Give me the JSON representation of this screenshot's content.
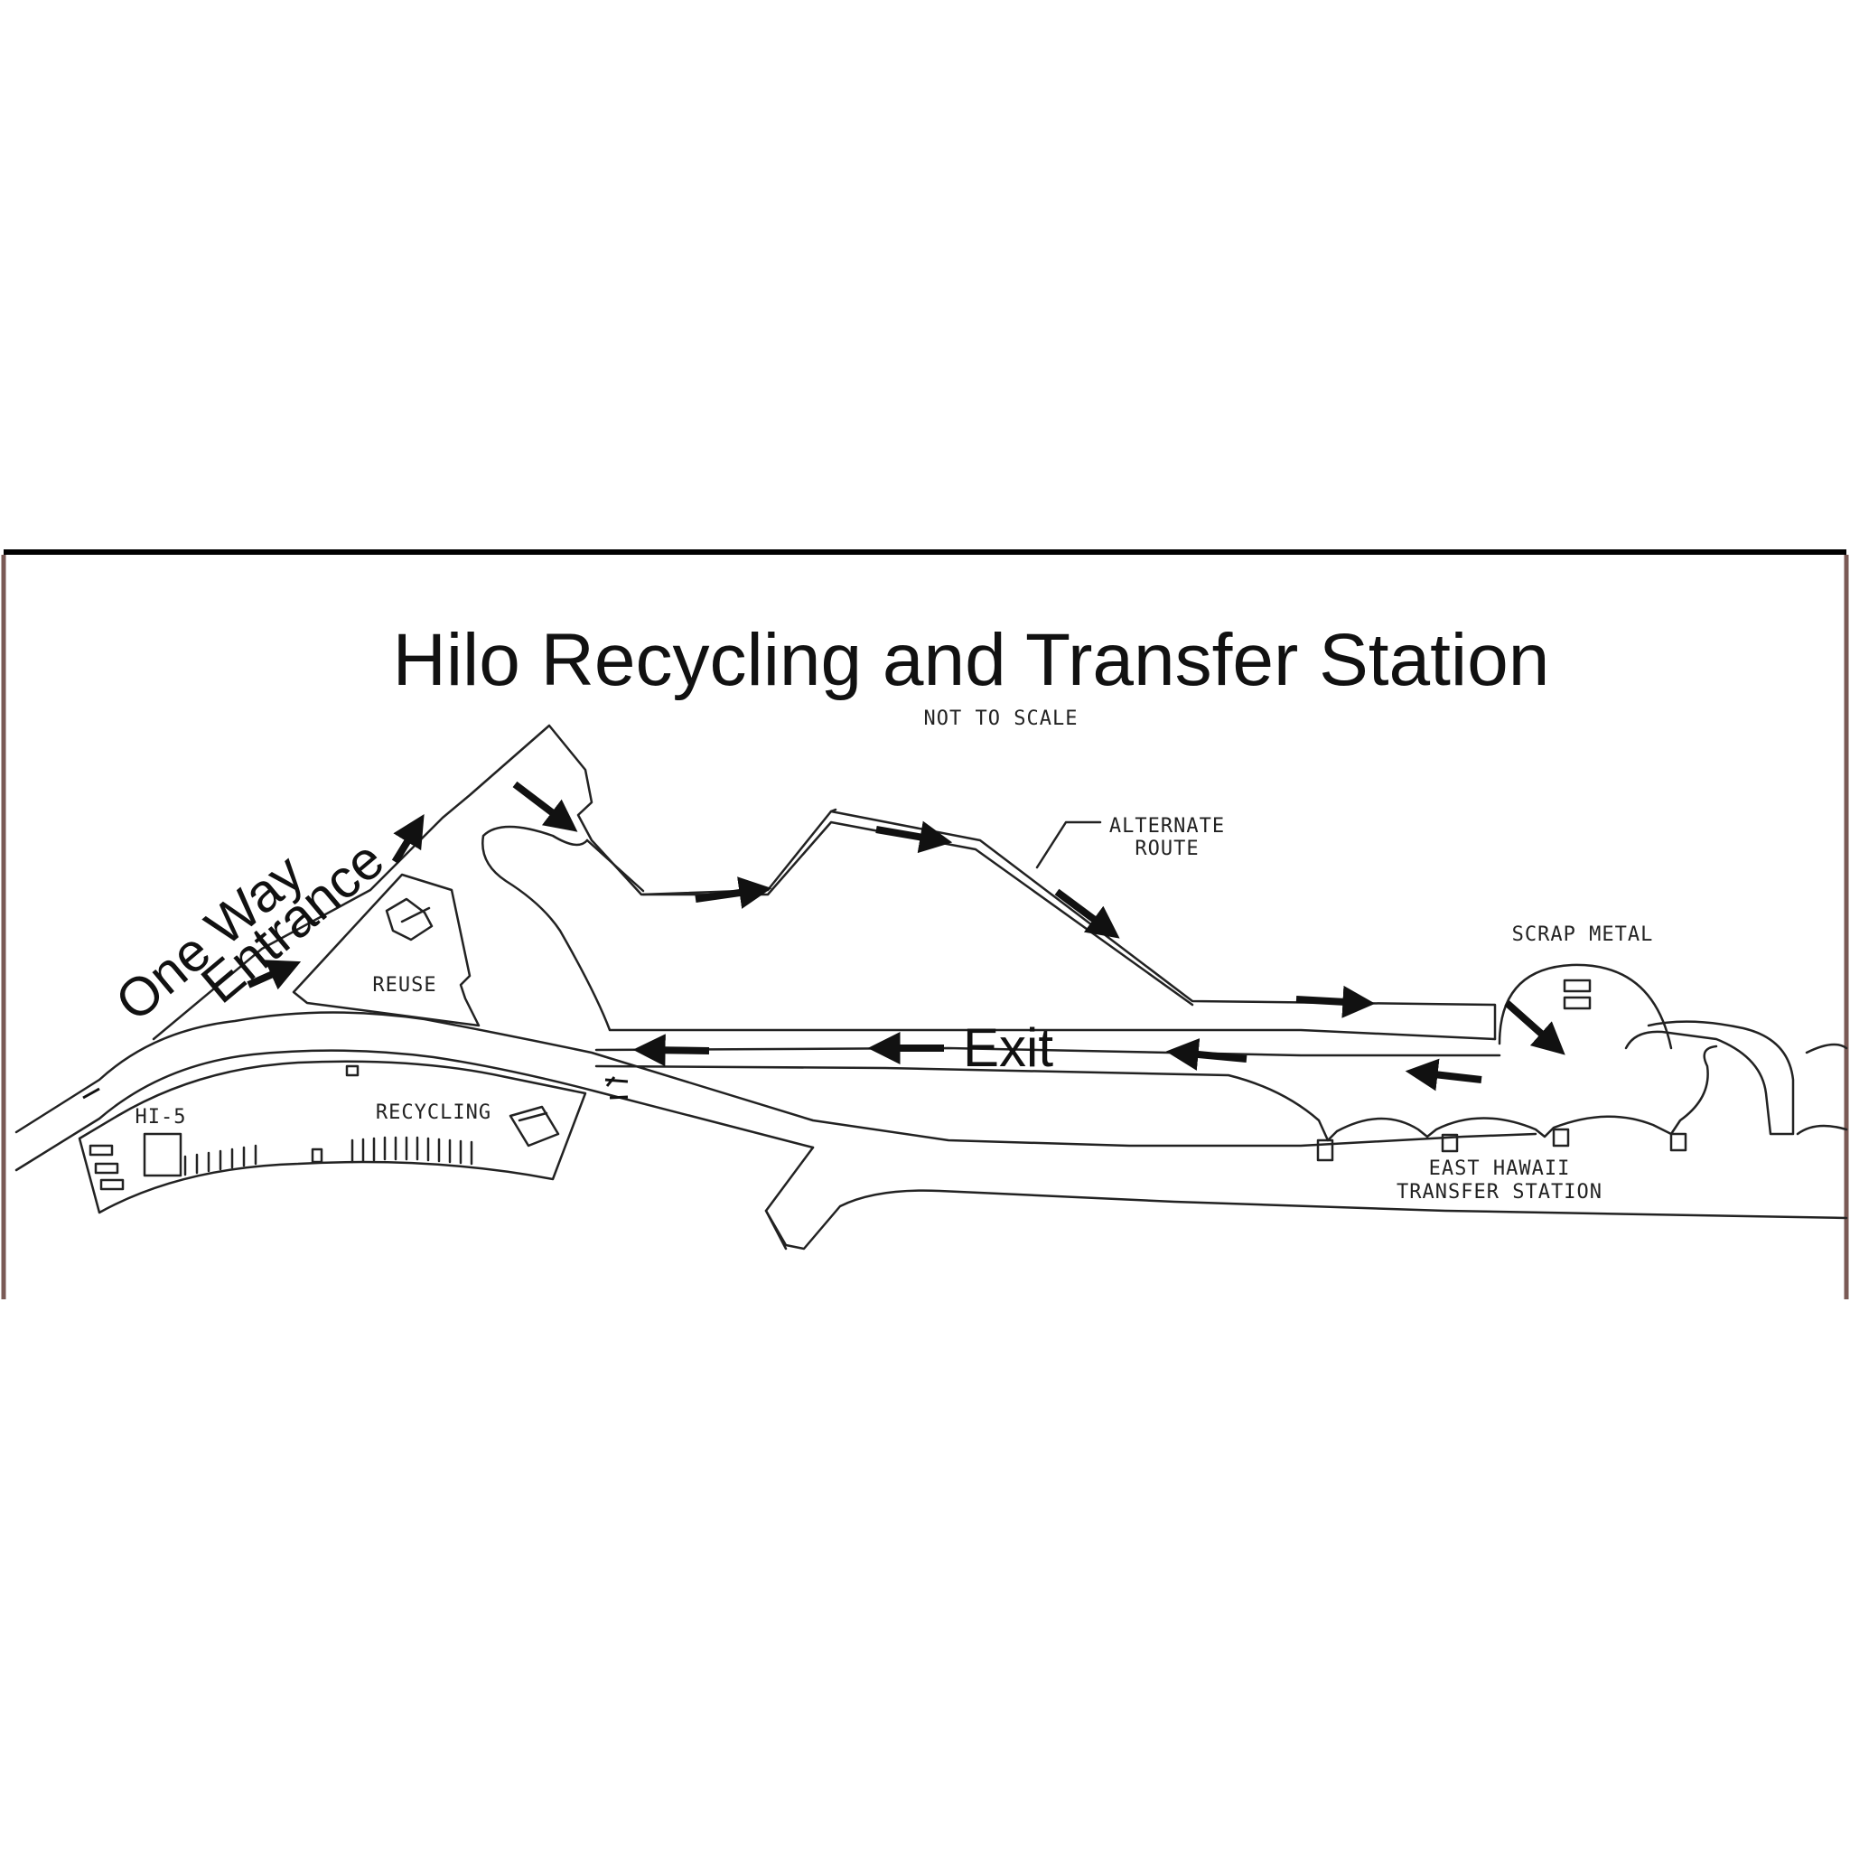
{
  "map": {
    "title": "Hilo Recycling and Transfer Station",
    "scale_note": "NOT TO SCALE",
    "labels": {
      "one_way": "One Way",
      "entrance": "Entrance",
      "exit": "Exit",
      "alternate_route_line1": "ALTERNATE",
      "alternate_route_line2": "ROUTE",
      "scrap_metal": "SCRAP METAL",
      "reuse": "REUSE",
      "recycling": "RECYCLING",
      "hi5": "HI-5",
      "east_hawaii_line1": "EAST HAWAII",
      "east_hawaii_line2": "TRANSFER STATION"
    },
    "colors": {
      "frame_border": "#000000",
      "side_border": "#7a5a55",
      "line": "#222222",
      "arrow": "#111111"
    }
  }
}
